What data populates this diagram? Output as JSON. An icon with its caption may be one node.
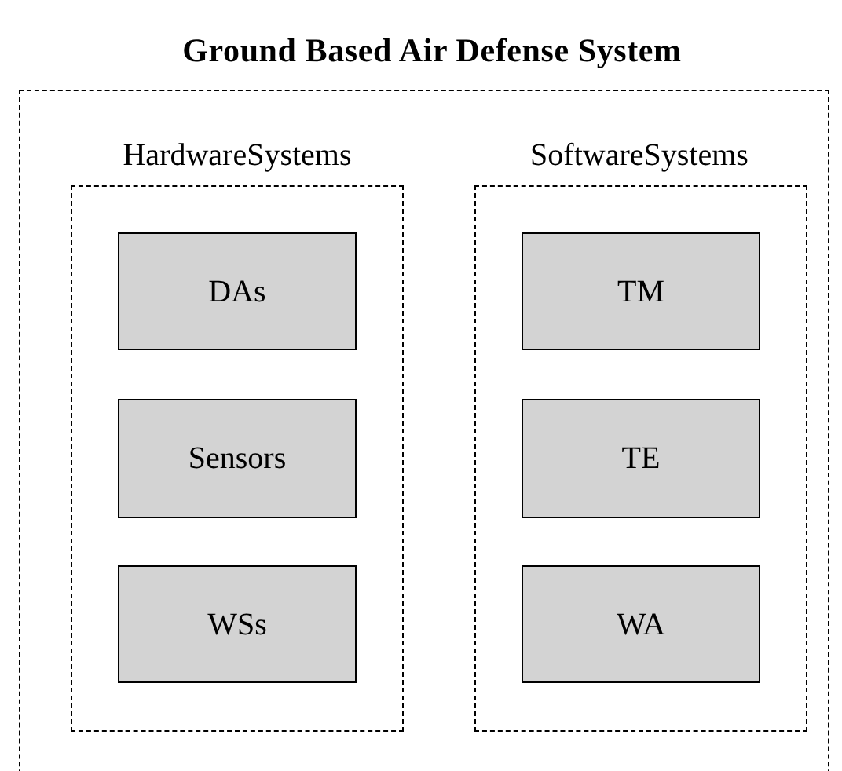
{
  "diagram": {
    "nodes": [
      {
        "text": [
          "Ground Based Air Defense System"
        ]
      },
      {
        "text": [
          "HardwareSystems"
        ],
        "in": 0
      },
      {
        "text": [
          "DAs"
        ],
        "in": 1
      },
      {
        "text": [
          "Sensors"
        ],
        "in": 1
      },
      {
        "text": [
          "WSs"
        ],
        "in": 1
      },
      {
        "text": [
          "SoftwareSystems"
        ],
        "in": 0
      },
      {
        "text": [
          "TM"
        ],
        "in": 5
      },
      {
        "text": [
          "TE"
        ],
        "in": 5
      },
      {
        "text": [
          "WA"
        ],
        "in": 5
      }
    ]
  }
}
